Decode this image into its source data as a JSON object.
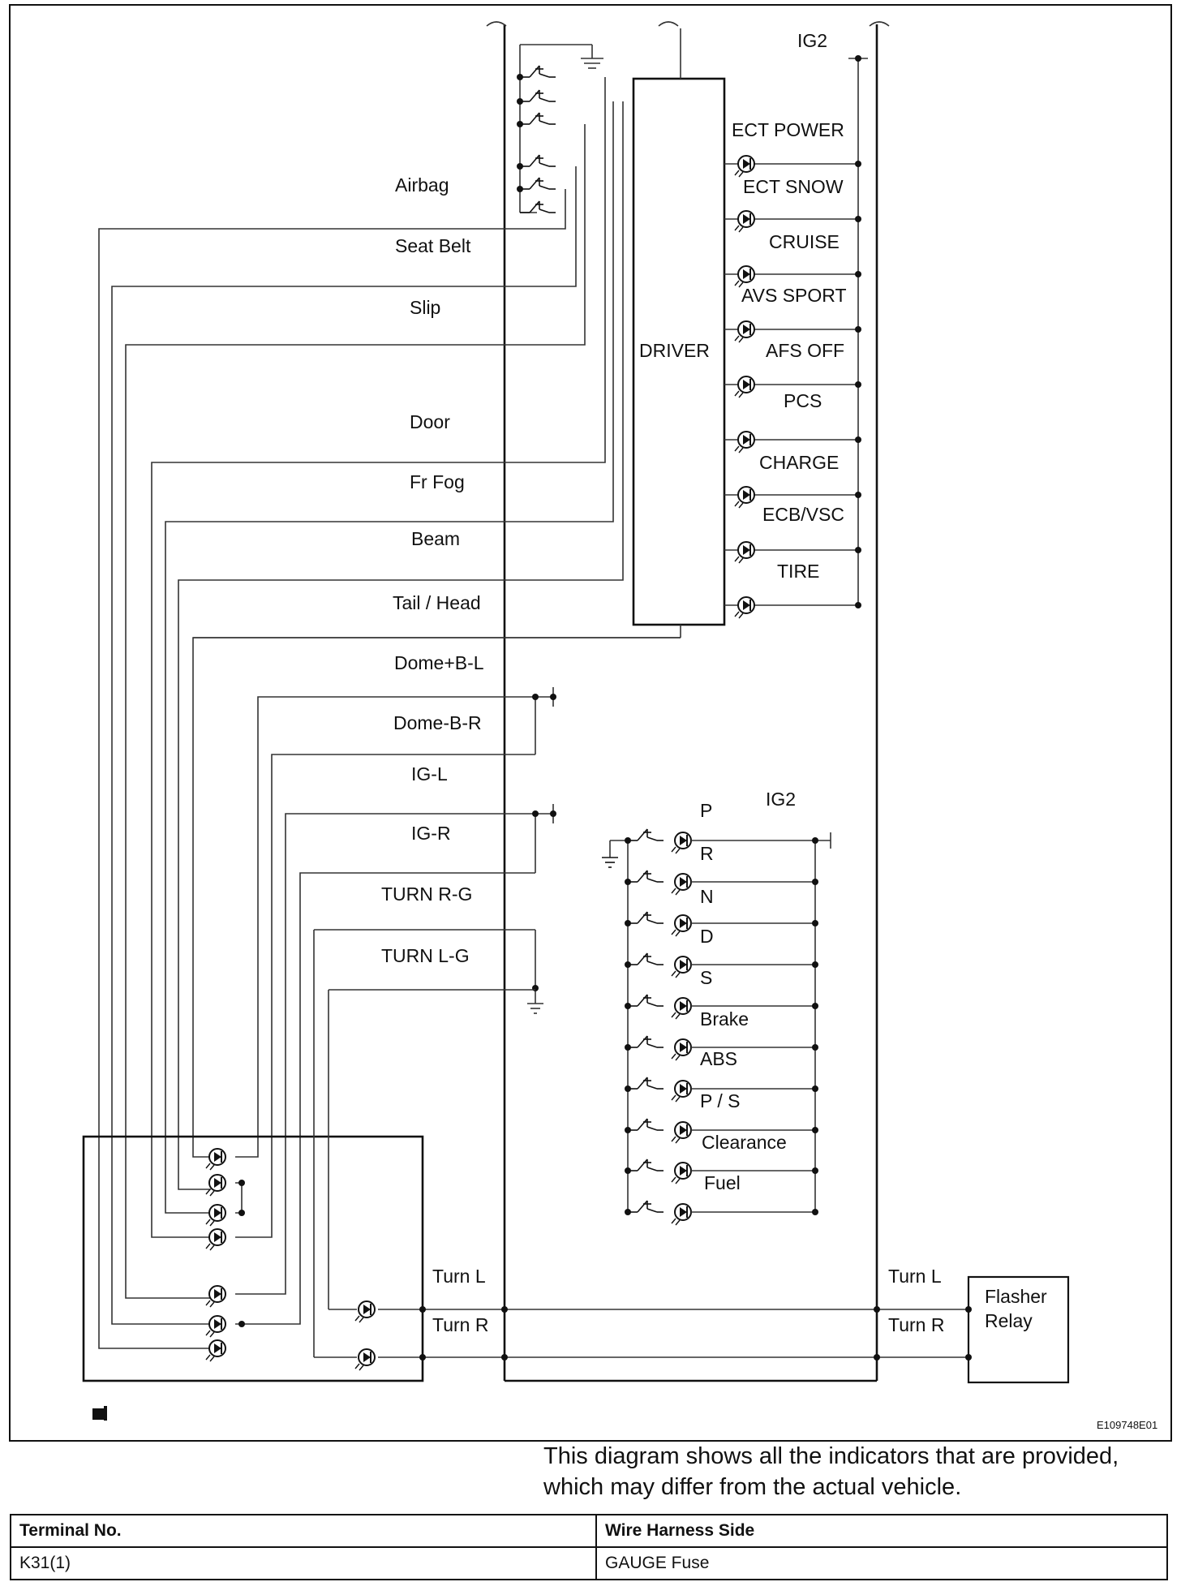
{
  "left_labels": [
    "Airbag",
    "Seat Belt",
    "Slip",
    "Door",
    "Fr Fog",
    "Beam",
    "Tail / Head",
    "Dome+B-L",
    "Dome-B-R",
    "IG-L",
    "IG-R",
    "TURN R-G",
    "TURN L-G"
  ],
  "right_labels": [
    "ECT POWER",
    "ECT SNOW",
    "CRUISE",
    "AVS SPORT",
    "AFS OFF",
    "PCS",
    "CHARGE",
    "ECB/VSC",
    "TIRE"
  ],
  "top_ig2": "IG2",
  "driver": "DRIVER",
  "shift_ig2": "IG2",
  "shift_labels": [
    "P",
    "R",
    "N",
    "D",
    "S",
    "Brake",
    "ABS",
    "P / S",
    "Clearance",
    "Fuel"
  ],
  "turn_labels": {
    "left_l": "Turn L",
    "left_r": "Turn R",
    "right_l": "Turn L",
    "right_r": "Turn R"
  },
  "flasher": {
    "line1": "Flasher",
    "line2": "Relay"
  },
  "diagram_code": "E109748E01",
  "note": {
    "line1": "This diagram shows all the indicators that are provided,",
    "line2": "which may differ from the actual vehicle."
  },
  "table": {
    "headers": [
      "Terminal No.",
      "Wire Harness Side"
    ],
    "rows": [
      [
        "K31(1)",
        "GAUGE Fuse"
      ]
    ]
  }
}
